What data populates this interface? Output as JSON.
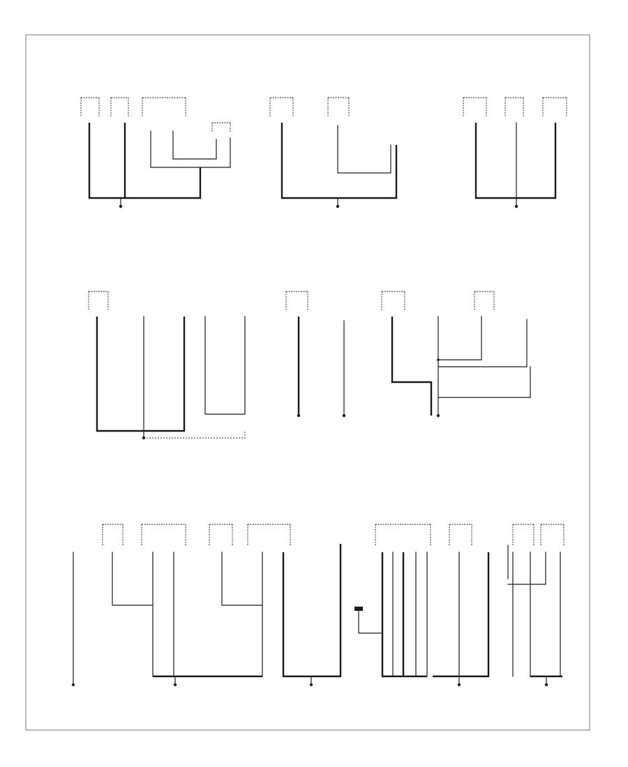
{
  "diagram": {
    "title": "",
    "page_marker": "",
    "groups": [
      {
        "id": "upper-left",
        "components": [
          "",
          "",
          "",
          ""
        ],
        "ground": ""
      },
      {
        "id": "upper-middle",
        "components": [
          "",
          "",
          ""
        ],
        "ground": ""
      },
      {
        "id": "upper-right",
        "components": [
          "",
          "",
          ""
        ],
        "ground": ""
      },
      {
        "id": "middle-left",
        "components": [
          "",
          ""
        ],
        "ground": ""
      },
      {
        "id": "middle-center",
        "components": [
          "",
          ""
        ],
        "ground": ""
      },
      {
        "id": "middle-right",
        "components": [
          "",
          "",
          "",
          ""
        ],
        "ground": ""
      },
      {
        "id": "lower-left",
        "components": [
          "",
          "",
          "",
          "",
          ""
        ],
        "ground": ""
      },
      {
        "id": "lower-right",
        "components": [
          "",
          "",
          "",
          "",
          ""
        ],
        "ground": ""
      }
    ]
  }
}
